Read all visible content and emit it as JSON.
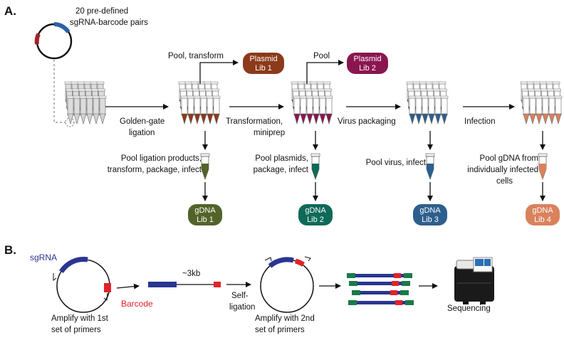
{
  "panel_a": {
    "label": "A.",
    "plasmid_caption": [
      "20 pre-defined",
      "sgRNA-barcode pairs"
    ],
    "steps": {
      "golden_gate": [
        "Golden-gate",
        "ligation"
      ],
      "transformation": [
        "Transformation,",
        "miniprep"
      ],
      "virus_packaging": "Virus packaging",
      "infection": "Infection",
      "pool_transform": "Pool, transform",
      "pool": "Pool"
    },
    "plasmid_libs": [
      {
        "line1": "Plasmid",
        "line2": "Lib 1",
        "color": "#8b3a1a"
      },
      {
        "line1": "Plasmid",
        "line2": "Lib 2",
        "color": "#8a1650"
      }
    ],
    "pool_texts": [
      [
        "Pool ligation products,",
        "transform, package, infect"
      ],
      [
        "Pool plasmids,",
        "package, infect"
      ],
      [
        "Pool virus, infect"
      ],
      [
        "Pool gDNA from",
        "individually infected",
        "cells"
      ]
    ],
    "gdna_libs": [
      {
        "line1": "gDNA",
        "line2": "Lib 1",
        "color": "#52632a"
      },
      {
        "line1": "gDNA",
        "line2": "Lib 2",
        "color": "#0e6a58"
      },
      {
        "line1": "gDNA",
        "line2": "Lib 3",
        "color": "#2d5f8e"
      },
      {
        "line1": "gDNA",
        "line2": "Lib 4",
        "color": "#d9825c"
      }
    ],
    "plate_colors": [
      "#ffffff",
      "#8b3a1a",
      "#8a1650",
      "#2d5f8e",
      "#d9825c"
    ]
  },
  "panel_b": {
    "label": "B.",
    "sgrna_label": "sgRNA",
    "barcode_label": "Barcode",
    "size_label": "~3kb",
    "self_ligation": [
      "Self-",
      "ligation"
    ],
    "amplify1": [
      "Amplify with 1st",
      "set of primers"
    ],
    "amplify2": [
      "Amplify with 2nd",
      "set of primers"
    ],
    "sequencing": "Sequencing",
    "colors": {
      "sgrna": "#2a3590",
      "barcode": "#e0232a",
      "adapter": "#1a7a4a"
    }
  }
}
